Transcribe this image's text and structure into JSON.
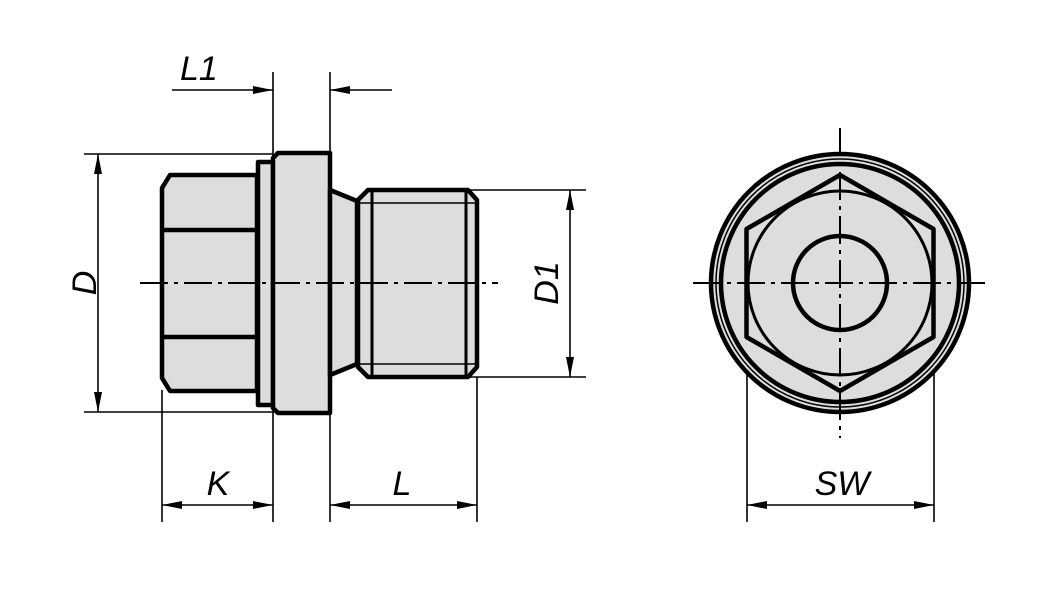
{
  "drawing": {
    "fill_color": "#dddddd",
    "line_color": "#000000",
    "side_view_labels": {
      "L1": "L1",
      "D": "D",
      "D1": "D1",
      "K": "K",
      "L": "L"
    },
    "front_view_labels": {
      "SW": "SW"
    }
  }
}
